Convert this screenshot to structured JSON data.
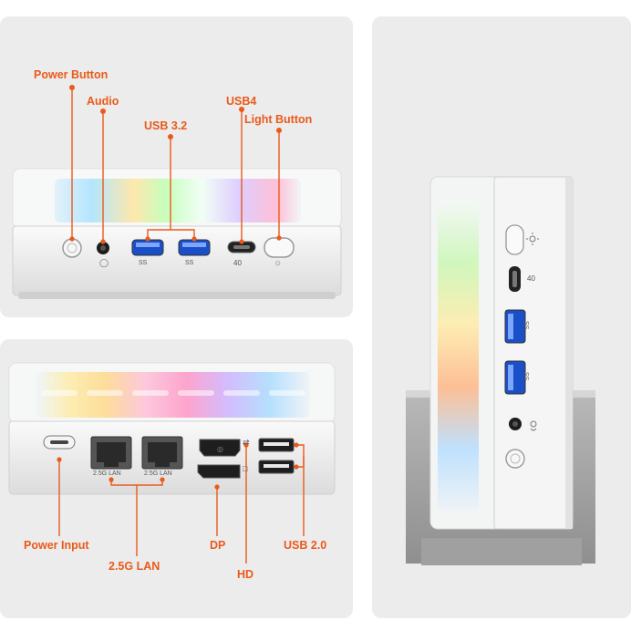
{
  "front_panel": {
    "labels": {
      "power_button": "Power Button",
      "audio": "Audio",
      "usb32": "USB 3.2",
      "usb4": "USB4",
      "light_button": "Light Button"
    },
    "port_marks": {
      "ss": "SS",
      "usb4_mark": "40"
    }
  },
  "rear_panel": {
    "labels": {
      "power_input": "Power Input",
      "lan": "2.5G LAN",
      "dp": "DP",
      "hd": "HD",
      "usb20": "USB 2.0"
    },
    "port_marks": {
      "lan1": "2.5G LAN",
      "lan2": "2.5G LAN"
    }
  },
  "accent_color": "#ea5a1a",
  "panel_color": "#ececec"
}
